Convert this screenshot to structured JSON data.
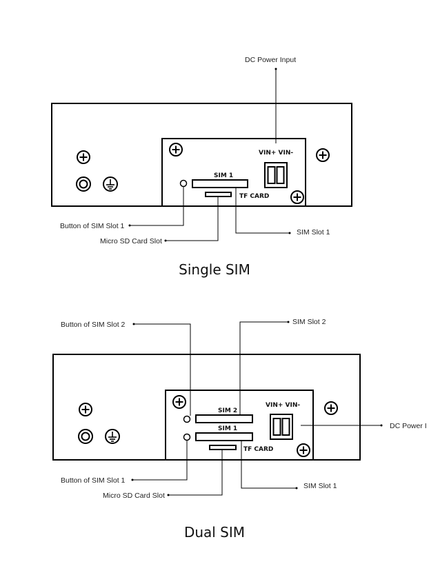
{
  "single": {
    "caption": "Single SIM",
    "labels": {
      "dc_power": "DC Power Input",
      "vin": "VIN+ VIN-",
      "sim1": "SIM 1",
      "tf_card": "TF CARD",
      "button_sim1": "Button of SIM Slot 1",
      "micro_sd": "Micro SD Card Slot",
      "sim_slot1": "SIM Slot 1"
    }
  },
  "dual": {
    "caption": "Dual SIM",
    "labels": {
      "button_sim2": "Button of SIM Slot 2",
      "sim_slot2": "SIM Slot 2",
      "vin": "VIN+ VIN-",
      "dc_power": "DC Power I",
      "sim2": "SIM 2",
      "sim1": "SIM 1",
      "tf_card": "TF CARD",
      "button_sim1": "Button of SIM Slot 1",
      "micro_sd": "Micro SD Card Slot",
      "sim_slot1": "SIM Slot 1"
    }
  },
  "icons": [
    "screw-plus-icon",
    "round-connector-icon",
    "ground-symbol-icon",
    "push-button-icon",
    "terminal-block-icon"
  ]
}
